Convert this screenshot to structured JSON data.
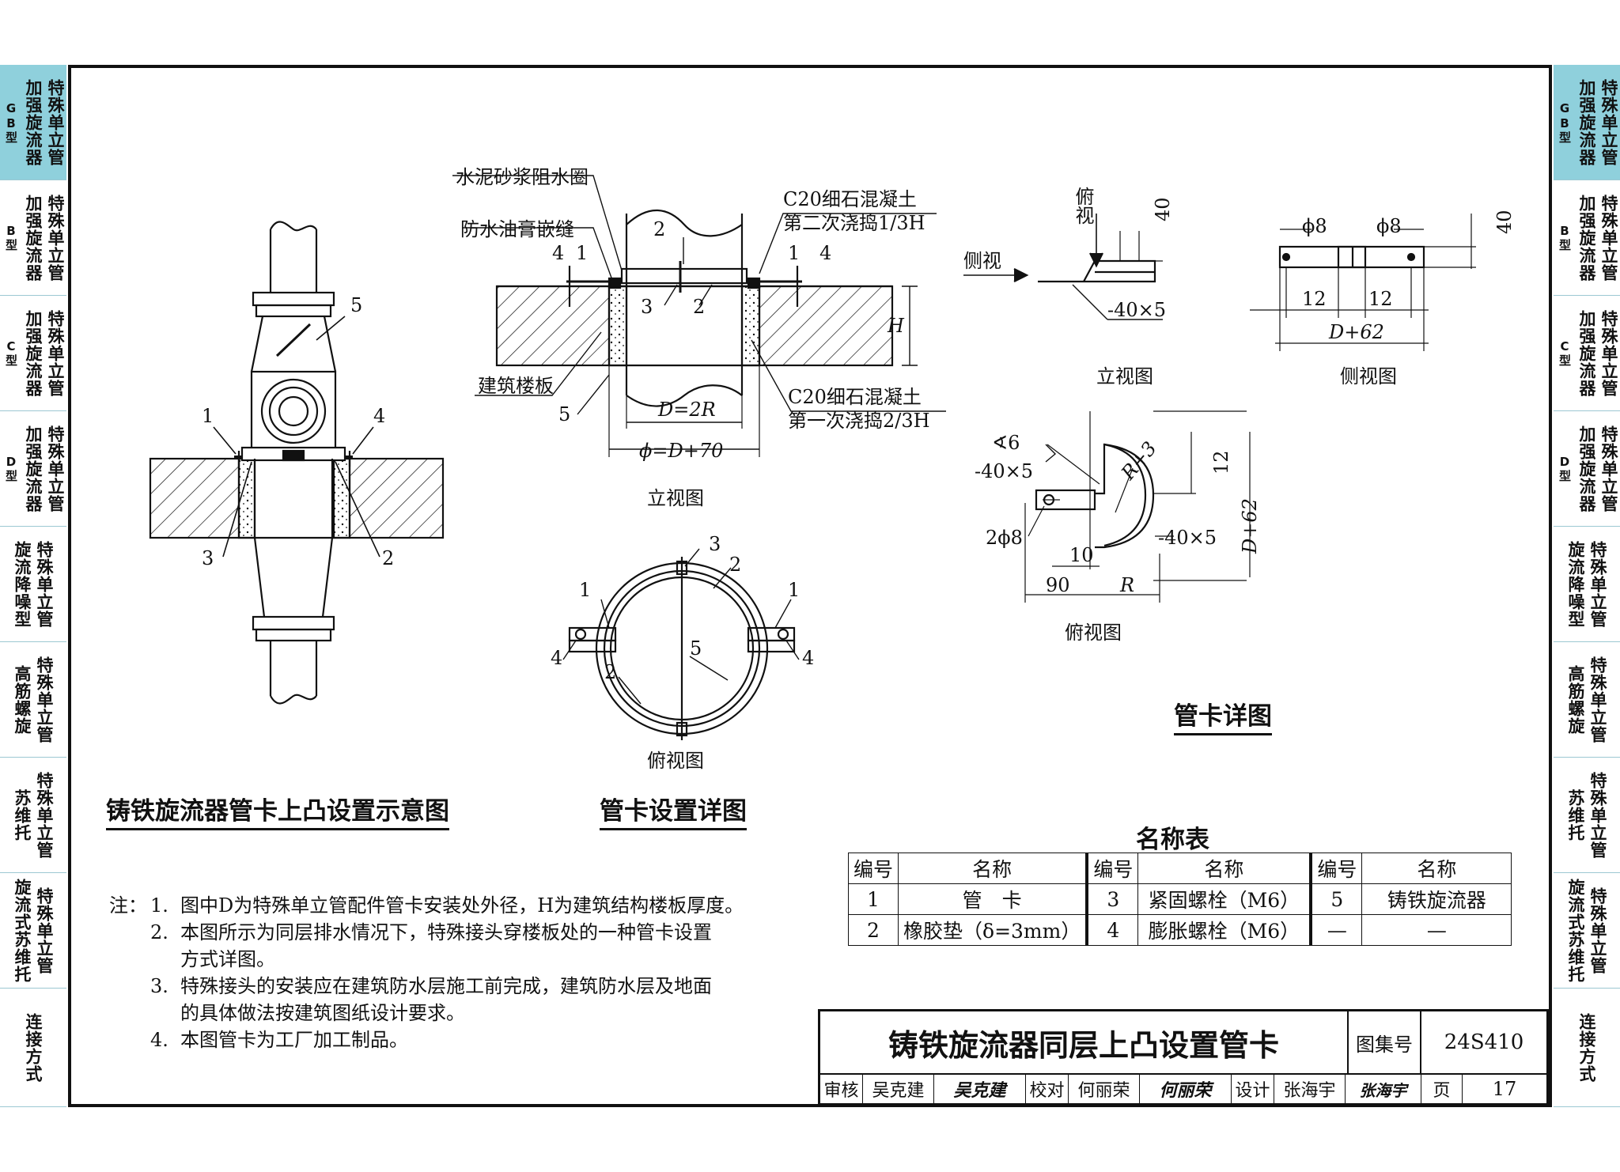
{
  "side_tabs": [
    {
      "cols": [
        "特殊单立管",
        "加强旋流器",
        "GB型"
      ],
      "active": true
    },
    {
      "cols": [
        "特殊单立管",
        "加强旋流器",
        "B型"
      ],
      "active": false
    },
    {
      "cols": [
        "特殊单立管",
        "加强旋流器",
        "C型"
      ],
      "active": false
    },
    {
      "cols": [
        "特殊单立管",
        "加强旋流器",
        "D型"
      ],
      "active": false
    },
    {
      "cols": [
        "特殊单立管",
        "旋流降噪型"
      ],
      "active": false
    },
    {
      "cols": [
        "特殊单立管",
        "高筋螺旋"
      ],
      "active": false
    },
    {
      "cols": [
        "特殊单立管",
        "苏维托"
      ],
      "active": false
    },
    {
      "cols": [
        "特殊单立管",
        "旋流式苏维托"
      ],
      "active": false
    },
    {
      "cols": [
        "连接方式"
      ],
      "active": false
    }
  ],
  "fig1": {
    "title": "铸铁旋流器管卡上凸设置示意图",
    "callouts": [
      "1",
      "2",
      "3",
      "4",
      "5"
    ]
  },
  "fig2": {
    "title": "管卡设置详图",
    "elev_caption": "立视图",
    "plan_caption": "俯视图",
    "labels": {
      "mortar_ring": "水泥砂浆阻水圈",
      "waterproof_caulk": "防水油膏嵌缝",
      "concrete_second_l1": "C20细石混凝土",
      "concrete_second_l2": "第二次浇捣1/3H",
      "floor_slab": "建筑楼板",
      "concrete_first_l1": "C20细石混凝土",
      "concrete_first_l2": "第一次浇捣2/3H",
      "dim_H": "H",
      "dim_D": "D=2R",
      "dim_phi": "ϕ=D+70"
    },
    "callouts": [
      "1",
      "2",
      "3",
      "4",
      "5"
    ]
  },
  "fig3": {
    "title": "管卡详图",
    "front_caption": "立视图",
    "side_caption": "侧视图",
    "top_caption": "俯视图",
    "labels": {
      "view_down": "俯视",
      "view_side": "侧视",
      "d40": "40",
      "flat_bar": "-40×5",
      "phi8": "ϕ8",
      "d12": "12",
      "dD62": "D+62",
      "angle6": "∢6",
      "r3": "R+3",
      "two_phi8": "2ϕ8",
      "d10": "10",
      "d90": "90",
      "dR": "R"
    }
  },
  "parts_table": {
    "caption": "名称表",
    "header": {
      "no": "编号",
      "name": "名称"
    },
    "rows": [
      [
        {
          "no": "1",
          "name": "管　卡"
        },
        {
          "no": "3",
          "name": "紧固螺栓（M6）"
        },
        {
          "no": "5",
          "name": "铸铁旋流器"
        }
      ],
      [
        {
          "no": "2",
          "name": "橡胶垫（δ=3mm）"
        },
        {
          "no": "4",
          "name": "膨胀螺栓（M6）"
        },
        {
          "no": "—",
          "name": "—"
        }
      ]
    ]
  },
  "notes": {
    "label": "注：",
    "items": [
      {
        "n": "1.",
        "lines": [
          "图中D为特殊单立管配件管卡安装处外径，H为建筑结构楼板厚度。"
        ]
      },
      {
        "n": "2.",
        "lines": [
          "本图所示为同层排水情况下，特殊接头穿楼板处的一种管卡设置",
          "方式详图。"
        ]
      },
      {
        "n": "3.",
        "lines": [
          "特殊接头的安装应在建筑防水层施工前完成，建筑防水层及地面",
          "的具体做法按建筑图纸设计要求。"
        ]
      },
      {
        "n": "4.",
        "lines": [
          "本图管卡为工厂加工制品。"
        ]
      }
    ]
  },
  "title_block": {
    "title": "铸铁旋流器同层上凸设置管卡",
    "atlas_label": "图集号",
    "atlas_no": "24S410",
    "review_label": "审核",
    "reviewer": "吴克建",
    "reviewer_sig": "吴克建",
    "check_label": "校对",
    "checker": "何丽荣",
    "checker_sig": "何丽荣",
    "design_label": "设计",
    "designer": "张海宇",
    "designer_sig": "张海宇",
    "page_label": "页",
    "page_no": "17"
  }
}
